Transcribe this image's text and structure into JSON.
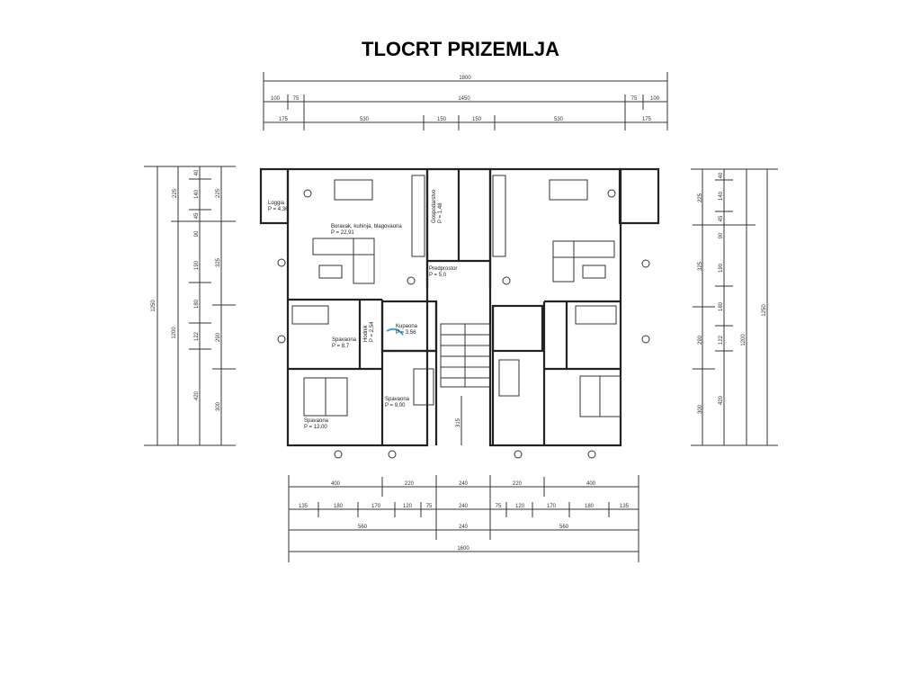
{
  "title": "TLOCRT PRIZEMLJA",
  "dimensions": {
    "top": {
      "row1": [
        "1800"
      ],
      "row2": [
        "100",
        "75",
        "1450",
        "75",
        "100"
      ],
      "row3": [
        "175",
        "530",
        "150",
        "150",
        "530",
        "175"
      ]
    },
    "bottom": {
      "row1": [
        "400",
        "220",
        "240",
        "220",
        "400"
      ],
      "row2": [
        "135",
        "180",
        "170",
        "120",
        "75",
        "240",
        "75",
        "120",
        "170",
        "180",
        "135"
      ],
      "row3": [
        "560",
        "240",
        "560"
      ],
      "row4": [
        "1600"
      ]
    },
    "left": {
      "outer": "1250",
      "second": "1200",
      "third": [
        "40",
        "140",
        "45",
        "90",
        "190",
        "180",
        "122",
        "420"
      ],
      "fourth": [
        "225",
        "325",
        "290",
        "300"
      ]
    },
    "right": {
      "outer": "1250",
      "second": "1200",
      "third": [
        "40",
        "140",
        "45",
        "90",
        "190",
        "180",
        "122",
        "420"
      ],
      "fourth": [
        "225",
        "325",
        "290",
        "300"
      ]
    },
    "stair": "315"
  },
  "rooms": {
    "loggia": {
      "name": "Loggia",
      "area": "P = 4,36"
    },
    "living": {
      "name": "Boravak, kuhinja, blagovaona",
      "area": "P = 22,91"
    },
    "utility": {
      "name": "Gospodarstvo",
      "area": "P = 1,48"
    },
    "hall": {
      "name": "Predprostor",
      "area": "P = 5,0"
    },
    "bath": {
      "name": "Kupaona",
      "area": "P = 3,56"
    },
    "corridor": {
      "name": "Hodnik",
      "area": "P = 2,54"
    },
    "bed1": {
      "name": "Spavaona",
      "area": "P = 8,7"
    },
    "bed2": {
      "name": "Spavaona",
      "area": "P = 12,00"
    },
    "bed3": {
      "name": "Spavaona",
      "area": "P = 9,00"
    }
  }
}
